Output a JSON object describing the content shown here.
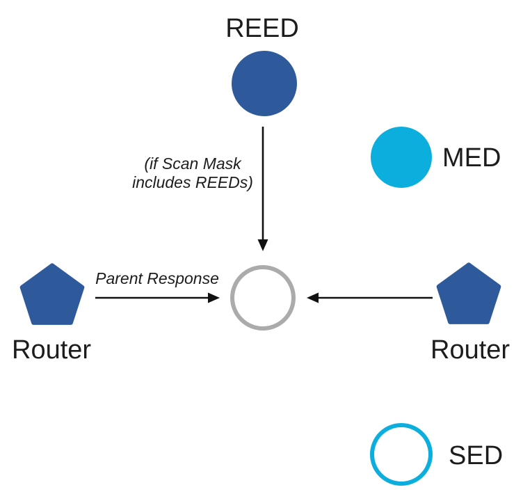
{
  "diagram": {
    "nodes": {
      "reed": {
        "label": "REED"
      },
      "med": {
        "label": "MED"
      },
      "sed": {
        "label": "SED"
      },
      "router_left": {
        "label": "Router"
      },
      "router_right": {
        "label": "Router"
      }
    },
    "annotations": {
      "scan_mask_line1": "(if Scan Mask",
      "scan_mask_line2": "includes REEDs)",
      "parent_response": "Parent Response"
    },
    "colors": {
      "router_blue": "#2e5a9c",
      "device_cyan": "#0caedd",
      "center_gray": "#ababab",
      "arrow_black": "#111111"
    }
  }
}
